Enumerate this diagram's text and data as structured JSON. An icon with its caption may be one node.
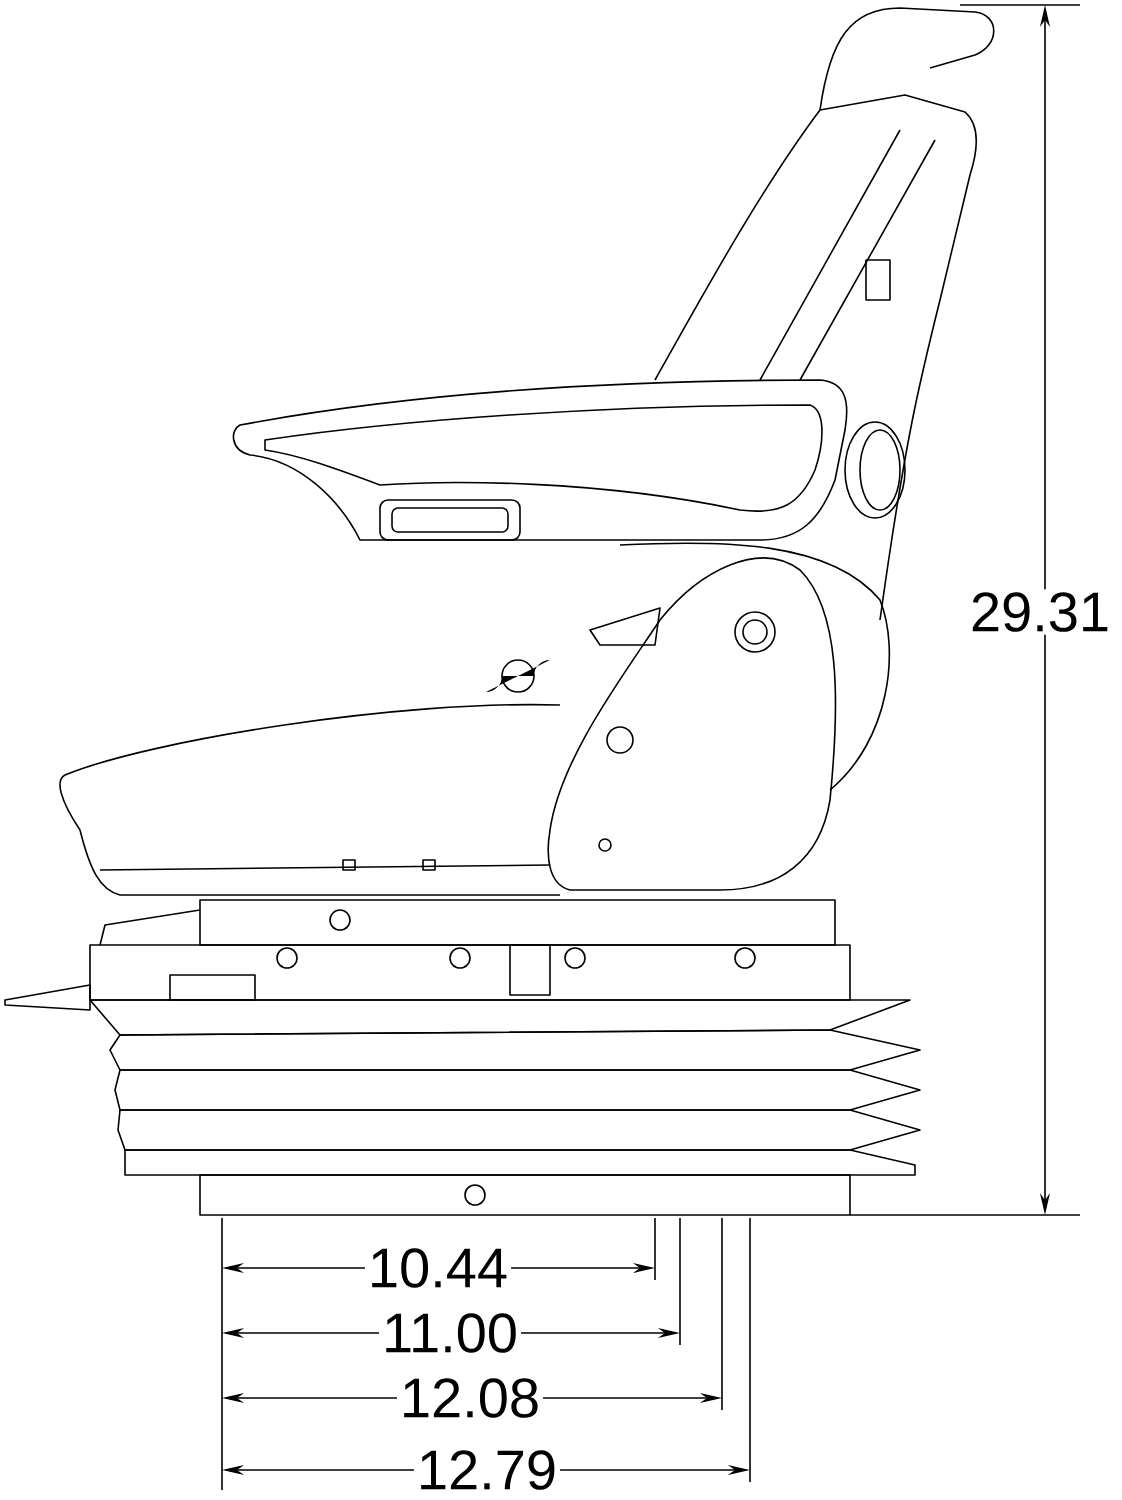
{
  "diagram": {
    "labels": [
      "29.31",
      "10.44",
      "11.00",
      "12.08",
      "12.79"
    ]
  }
}
